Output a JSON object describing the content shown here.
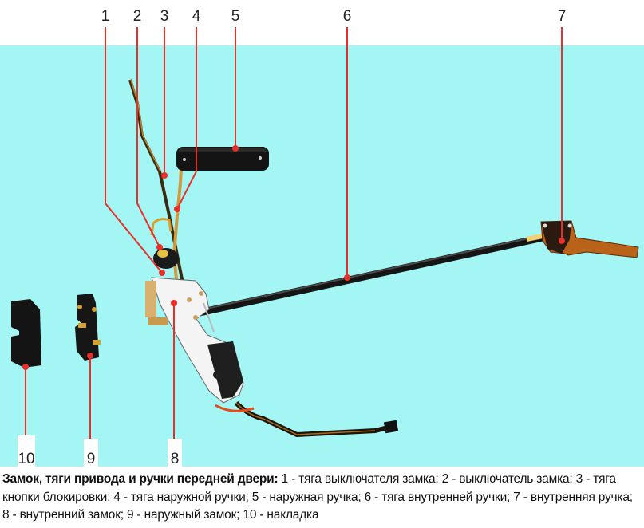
{
  "diagram": {
    "title": "Замок, тяги привода и ручки передней двери",
    "background_color": "#a3f6f3",
    "leader_color": "#e8302a",
    "callouts": [
      {
        "number": "1",
        "label": "тяга выключателя замка"
      },
      {
        "number": "2",
        "label": "выключатель замка"
      },
      {
        "number": "3",
        "label": "тяга кнопки блокировки"
      },
      {
        "number": "4",
        "label": "тяга наружной ручки"
      },
      {
        "number": "5",
        "label": "наружная ручка"
      },
      {
        "number": "6",
        "label": "тяга внутренней ручки"
      },
      {
        "number": "7",
        "label": "внутренняя ручка"
      },
      {
        "number": "8",
        "label": "внутренний замок"
      },
      {
        "number": "9",
        "label": "наружный замок"
      },
      {
        "number": "10",
        "label": "накладка"
      }
    ]
  },
  "caption": {
    "title": "Замок, тяги привода и ручки передней двери:",
    "body": " 1 - тяга выключателя замка; 2 - выключатель замка; 3 - тяга кнопки блокировки; 4 - тяга наружной ручки; 5 - наружная ручка; 6 - тяга внутренней ручки; 7 - внутренняя ручка; 8 - внутренний замок; 9 - наружный замок; 10 - накладка"
  }
}
